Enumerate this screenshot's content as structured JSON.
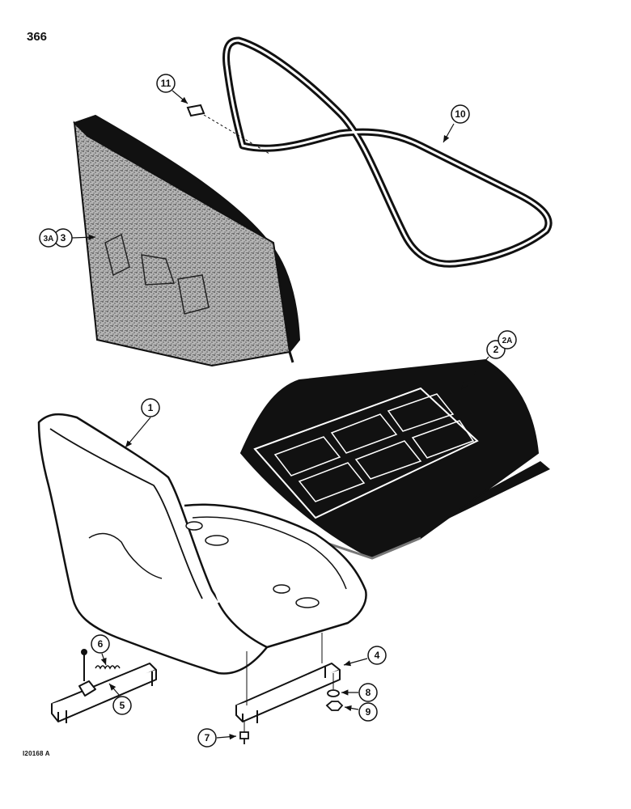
{
  "page_number": "366",
  "figure_code": "I20168 A",
  "colors": {
    "ink": "#111111",
    "paper": "#ffffff",
    "felt": "#9a9a9a"
  },
  "callouts": [
    {
      "id": "c1",
      "label": "1"
    },
    {
      "id": "c2",
      "label": "2"
    },
    {
      "id": "c2a",
      "label": "2A"
    },
    {
      "id": "c3",
      "label": "3"
    },
    {
      "id": "c3a",
      "label": "3A"
    },
    {
      "id": "c4",
      "label": "4"
    },
    {
      "id": "c5",
      "label": "5"
    },
    {
      "id": "c6",
      "label": "6"
    },
    {
      "id": "c7",
      "label": "7"
    },
    {
      "id": "c8",
      "label": "8"
    },
    {
      "id": "c9",
      "label": "9"
    },
    {
      "id": "c10",
      "label": "10"
    },
    {
      "id": "c11",
      "label": "11"
    }
  ]
}
